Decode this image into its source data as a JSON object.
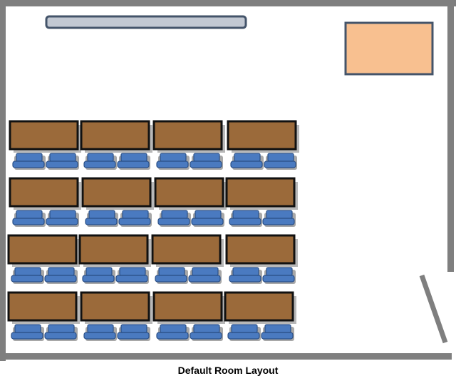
{
  "caption": "Default Room Layout",
  "colors": {
    "wall": "#7f7f7f",
    "whiteboard_fill": "#c2c8d2",
    "whiteboard_stroke": "#44546a",
    "instructor_desk_fill": "#f8c090",
    "instructor_desk_stroke": "#44546a",
    "table_fill": "#9b6a3a",
    "table_stroke": "#111111",
    "table_shadow": "#b8b8b8",
    "chair_fill": "#4a7ac0",
    "chair_stroke": "#2a4f86",
    "chair_shadow": "#a8a8a8",
    "door": "#7f7f7f"
  },
  "layout": {
    "table_rows": 4,
    "tables_per_row": 4,
    "chairs_per_table": 2
  }
}
